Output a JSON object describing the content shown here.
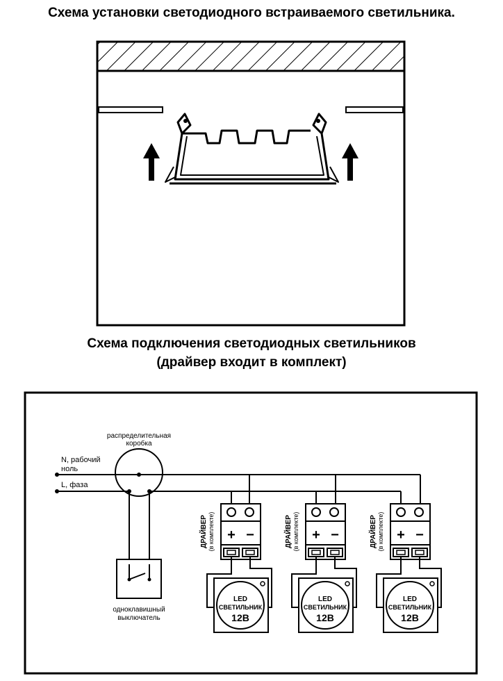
{
  "titles": {
    "install": "Схема установки светодиодного встраиваемого светильника.",
    "wiring_line1": "Схема подключения светодиодных светильников",
    "wiring_line2": "(драйвер входит в комплект)"
  },
  "wiring": {
    "junction_box_line1": "распределительная",
    "junction_box_line2": "коробка",
    "neutral_line1": "N, рабочий",
    "neutral_line2": "ноль",
    "phase": "L, фаза",
    "switch_line1": "одноклавишный",
    "switch_line2": "выключатель",
    "driver_label": "ДРАЙВЕР",
    "driver_sub": "(в комплекте)",
    "plus": "+",
    "minus": "−",
    "lamp_line1": "LED",
    "lamp_line2": "СВЕТИЛЬНИК",
    "lamp_voltage": "12В",
    "driver_count": 3
  },
  "colors": {
    "line": "#000000",
    "background": "#ffffff"
  }
}
